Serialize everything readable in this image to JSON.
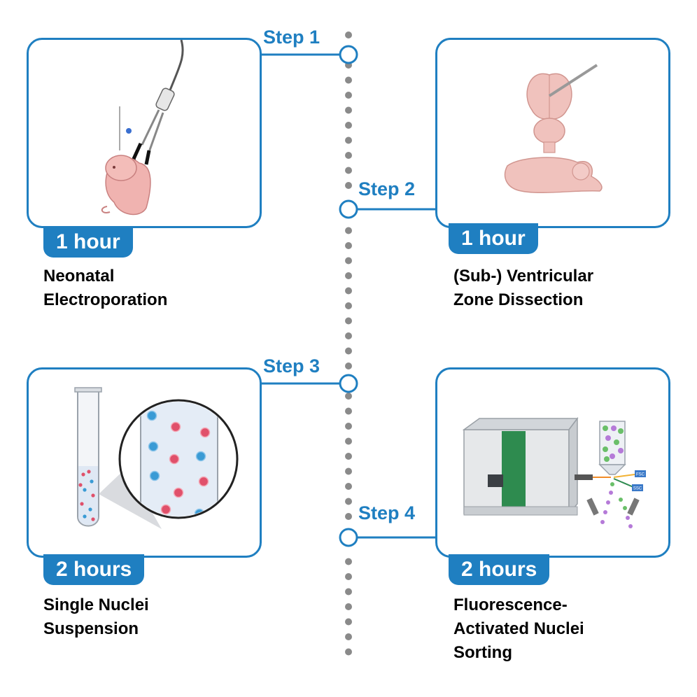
{
  "steps": [
    {
      "label": "Step 1",
      "duration": "1 hour",
      "caption_lines": [
        "Neonatal",
        "Electroporation"
      ]
    },
    {
      "label": "Step 2",
      "duration": "1 hour",
      "caption_lines": [
        "(Sub-) Ventricular",
        "Zone Dissection"
      ]
    },
    {
      "label": "Step 3",
      "duration": "2 hours",
      "caption_lines": [
        "Single Nuclei",
        "Suspension"
      ]
    },
    {
      "label": "Step 4",
      "duration": "2 hours",
      "caption_lines": [
        "Fluorescence-",
        "Activated Nuclei",
        "Sorting"
      ]
    }
  ],
  "device_labels": {
    "fsc": "FSC",
    "ssc": "SSC"
  },
  "colors": {
    "accent": "#1f7fc1",
    "timeline_dot": "#8a8a8a",
    "nucleus_red": "#e0506a",
    "nucleus_blue": "#3a9bd5",
    "pup_pink": "#f0b3b0"
  }
}
